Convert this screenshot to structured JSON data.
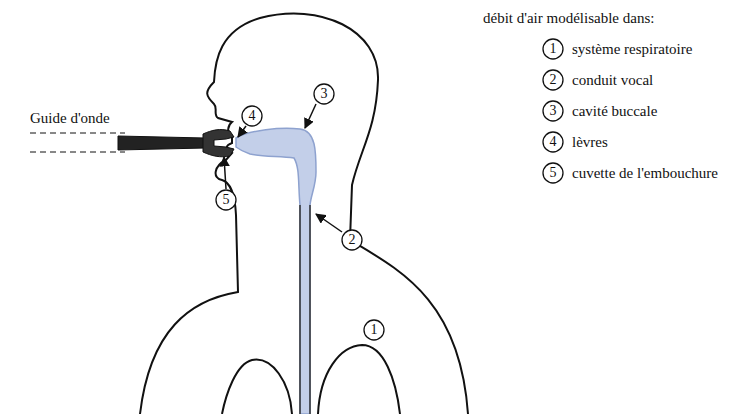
{
  "diagram": {
    "nodes": [
      {
        "text": [
          "1",
          "système respiratoire"
        ]
      },
      {
        "text": [
          "2",
          "conduit vocal"
        ]
      },
      {
        "text": [
          "3",
          "cavité buccale"
        ]
      },
      {
        "text": [
          "4",
          "lèvres"
        ]
      },
      {
        "text": [
          "5",
          "cuvette de l'embouchure"
        ]
      },
      {
        "text": [
          "4"
        ]
      },
      {
        "text": [
          "3"
        ]
      },
      {
        "text": [
          "5"
        ]
      },
      {
        "text": [
          "2"
        ]
      },
      {
        "text": [
          "1"
        ]
      }
    ],
    "labels": [
      "débit d'air modélisable dans:",
      "Guide d'onde"
    ]
  }
}
